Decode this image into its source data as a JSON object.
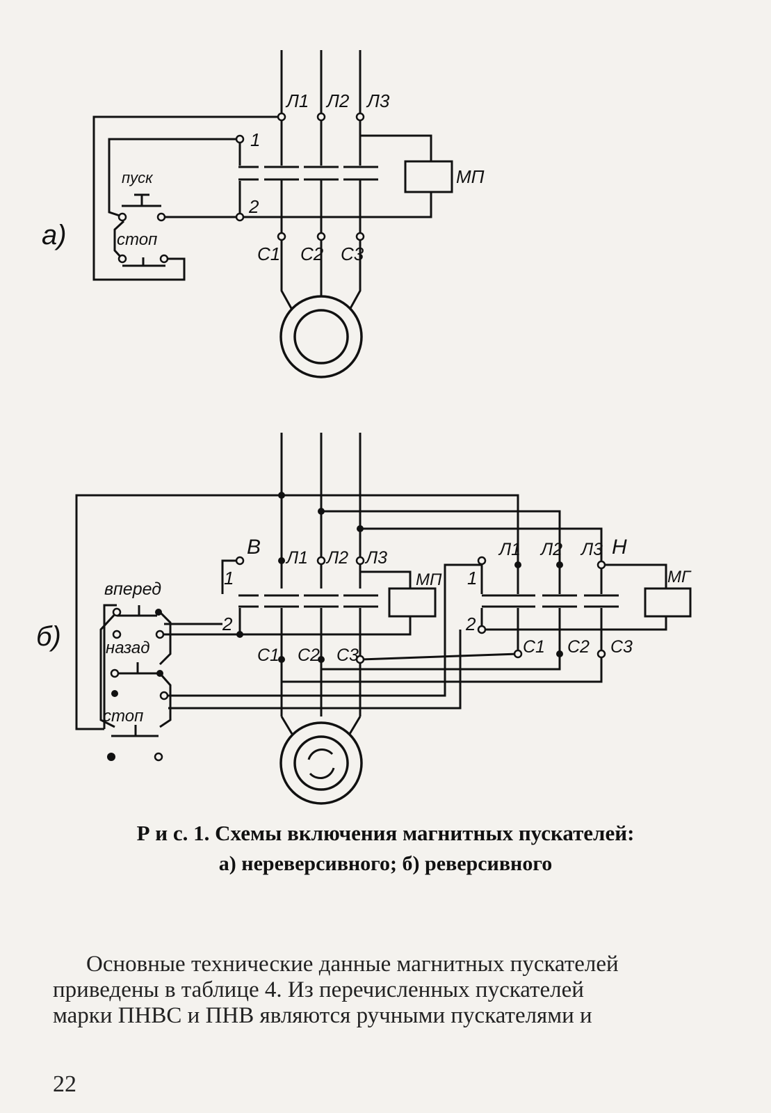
{
  "diagram_a": {
    "tag": "а)",
    "phases": [
      "Л1",
      "Л2",
      "Л3"
    ],
    "stator": [
      "С1",
      "С2",
      "С3"
    ],
    "coil": "МП",
    "terminals": [
      "1",
      "2"
    ],
    "buttons": {
      "start": "пуск",
      "stop": "стоп"
    }
  },
  "diagram_b": {
    "tag": "б)",
    "forward_contactor": "В",
    "reverse_contactor": "Н",
    "phases_forward": [
      "Л1",
      "Л2",
      "Л3"
    ],
    "phases_reverse": [
      "Л1",
      "Л2",
      "Л3"
    ],
    "stator_forward": [
      "С1",
      "С2",
      "С3"
    ],
    "stator_reverse": [
      "С1",
      "С2",
      "С3"
    ],
    "coil_forward": "МП",
    "coil_reverse": "МГ",
    "terminals_forward": [
      "1",
      "2"
    ],
    "terminals_reverse": [
      "1",
      "2"
    ],
    "buttons": {
      "forward": "вперед",
      "back": "назад",
      "stop": "стоп"
    }
  },
  "caption": {
    "line1": "Р и с. 1. Схемы включения магнитных пускателей:",
    "line2": "а) нереверсивного;  б) реверсивного"
  },
  "body": {
    "lines": [
      "Основные технические данные магнитных пускателей",
      "приведены в таблице 4. Из перечисленных пускателей",
      "марки ПНВС и ПНВ являются ручными пускателями и"
    ]
  },
  "page_number": "22"
}
